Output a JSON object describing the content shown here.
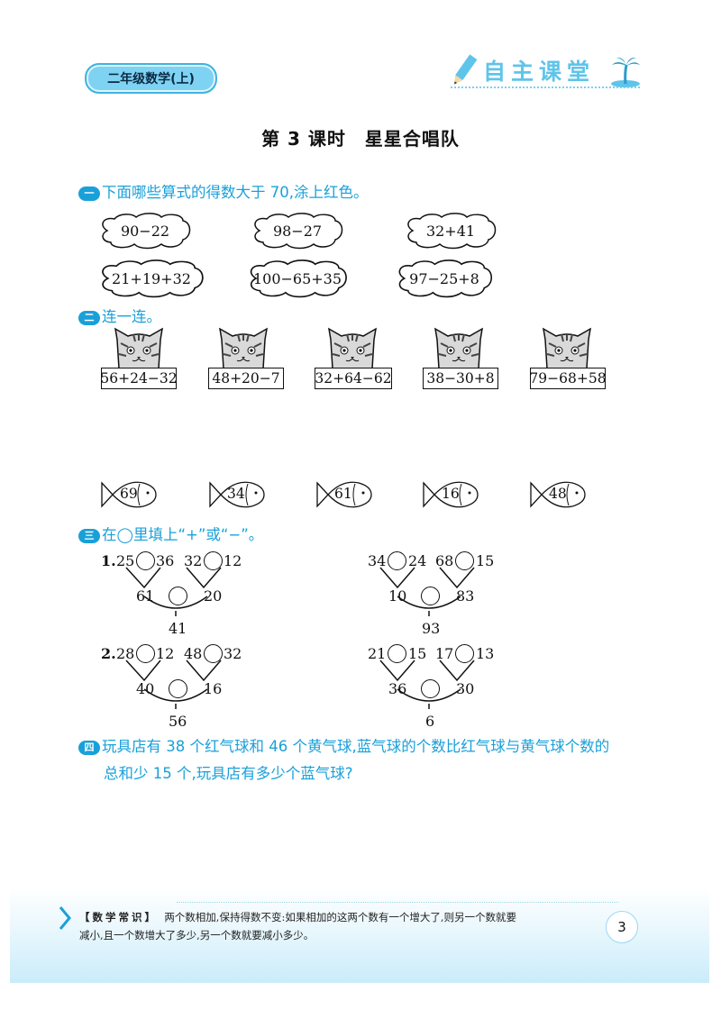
{
  "header": {
    "grade": "二年级数学(上)",
    "brand": "自主课堂"
  },
  "title": "第 3 课时　星星合唱队",
  "q1": {
    "num": "一",
    "prompt": "下面哪些算式的得数大于 70,涂上红色。",
    "clouds": [
      "90−22",
      "98−27",
      "32+41",
      "21+19+32",
      "100−65+35",
      "97−25+8"
    ]
  },
  "q2": {
    "num": "二",
    "prompt": "连一连。",
    "cats": [
      "56+24−32",
      "48+20−7",
      "32+64−62",
      "38−30+8",
      "79−68+58"
    ],
    "fish": [
      "69",
      "34",
      "61",
      "16",
      "48"
    ]
  },
  "q3": {
    "num": "三",
    "prompt": "在◯里填上“+”或“−”。",
    "groups": [
      {
        "label": "1.",
        "a": "25",
        "b": "36",
        "c": "32",
        "d": "12",
        "l": "61",
        "r": "20",
        "total": "41"
      },
      {
        "label": "",
        "a": "34",
        "b": "24",
        "c": "68",
        "d": "15",
        "l": "10",
        "r": "83",
        "total": "93"
      },
      {
        "label": "2.",
        "a": "28",
        "b": "12",
        "c": "48",
        "d": "32",
        "l": "40",
        "r": "16",
        "total": "56"
      },
      {
        "label": "",
        "a": "21",
        "b": "15",
        "c": "17",
        "d": "13",
        "l": "36",
        "r": "30",
        "total": "6"
      }
    ]
  },
  "q4": {
    "num": "四",
    "line1": "玩具店有 38 个红气球和 46 个黄气球,蓝气球的个数比红气球与黄气球个数的",
    "line2": "总和少 15 个,玩具店有多少个蓝气球?"
  },
  "footer": {
    "label": "【数学常识】",
    "text1": "两个数相加,保持得数不变:如果相加的这两个数有一个增大了,则另一个数就要",
    "text2": "减小,且一个数增大了多少,另一个数就要减小多少。",
    "page": "3"
  },
  "colors": {
    "accent": "#1aa0d9",
    "pill": "#7fd3f2",
    "footer": "#c9ecfa"
  }
}
